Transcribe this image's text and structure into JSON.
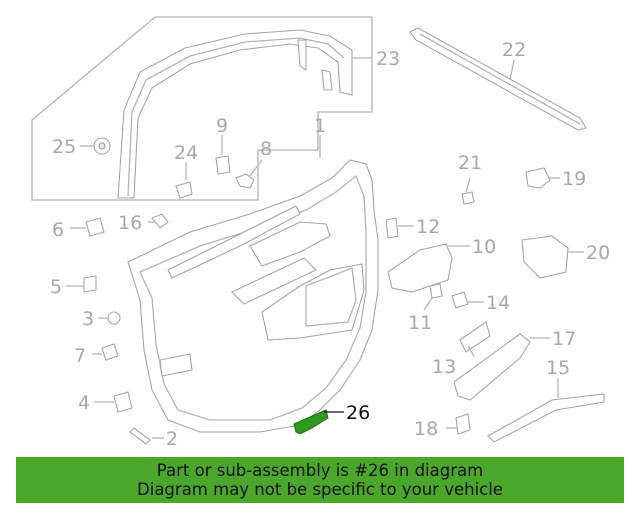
{
  "diagram": {
    "highlight_color": "#2f9a1f",
    "callouts": [
      {
        "id": "c1",
        "label": "1"
      },
      {
        "id": "c2",
        "label": "2"
      },
      {
        "id": "c3",
        "label": "3"
      },
      {
        "id": "c4",
        "label": "4"
      },
      {
        "id": "c5",
        "label": "5"
      },
      {
        "id": "c6",
        "label": "6"
      },
      {
        "id": "c7",
        "label": "7"
      },
      {
        "id": "c8",
        "label": "8"
      },
      {
        "id": "c9",
        "label": "9"
      },
      {
        "id": "c10",
        "label": "10"
      },
      {
        "id": "c11",
        "label": "11"
      },
      {
        "id": "c12",
        "label": "12"
      },
      {
        "id": "c13",
        "label": "13"
      },
      {
        "id": "c14",
        "label": "14"
      },
      {
        "id": "c15",
        "label": "15"
      },
      {
        "id": "c16",
        "label": "16"
      },
      {
        "id": "c17",
        "label": "17"
      },
      {
        "id": "c18",
        "label": "18"
      },
      {
        "id": "c19",
        "label": "19"
      },
      {
        "id": "c20",
        "label": "20"
      },
      {
        "id": "c21",
        "label": "21"
      },
      {
        "id": "c22",
        "label": "22"
      },
      {
        "id": "c23",
        "label": "23"
      },
      {
        "id": "c24",
        "label": "24"
      },
      {
        "id": "c25",
        "label": "25"
      },
      {
        "id": "c26",
        "label": "26",
        "highlighted": true
      }
    ]
  },
  "banner": {
    "line1": "Part or sub-assembly is #26 in diagram",
    "line2": "Diagram may not be specific to your vehicle",
    "background": "#4aa72c"
  }
}
